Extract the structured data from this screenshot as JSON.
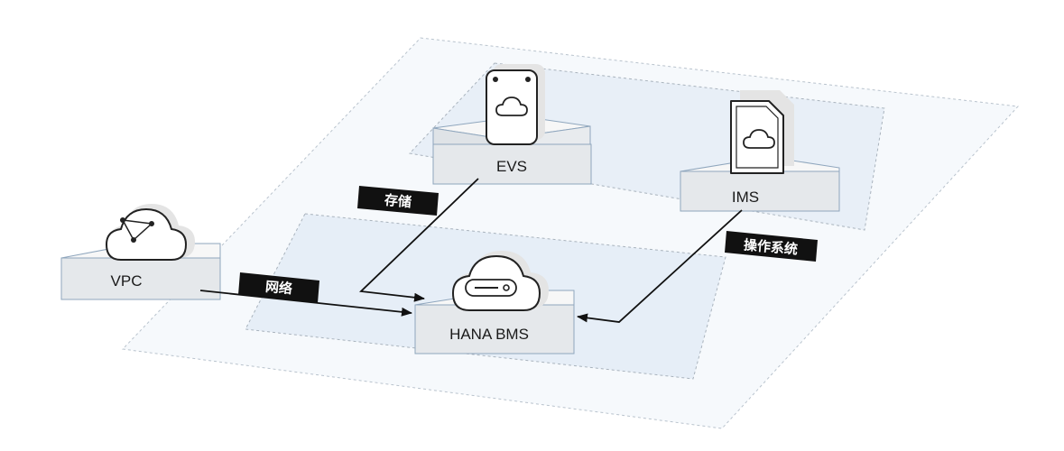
{
  "nodes": {
    "vpc": {
      "label": "VPC",
      "icon": "cloud-network-icon"
    },
    "evs": {
      "label": "EVS",
      "icon": "cloud-disk-icon"
    },
    "ims": {
      "label": "IMS",
      "icon": "cloud-image-icon"
    },
    "hana": {
      "label": "HANA BMS",
      "icon": "cloud-server-icon"
    }
  },
  "links": {
    "network": {
      "label": "网络"
    },
    "storage": {
      "label": "存储"
    },
    "os": {
      "label": "操作系统"
    }
  },
  "colors": {
    "platform_fill": "#f6f9fc",
    "zone_fill": "#e6eef7",
    "box_top": "#fafafa",
    "box_front": "#e3e6ea",
    "box_edge": "#9ab3cc",
    "tag_fill": "#111111",
    "arrow": "#111111"
  }
}
